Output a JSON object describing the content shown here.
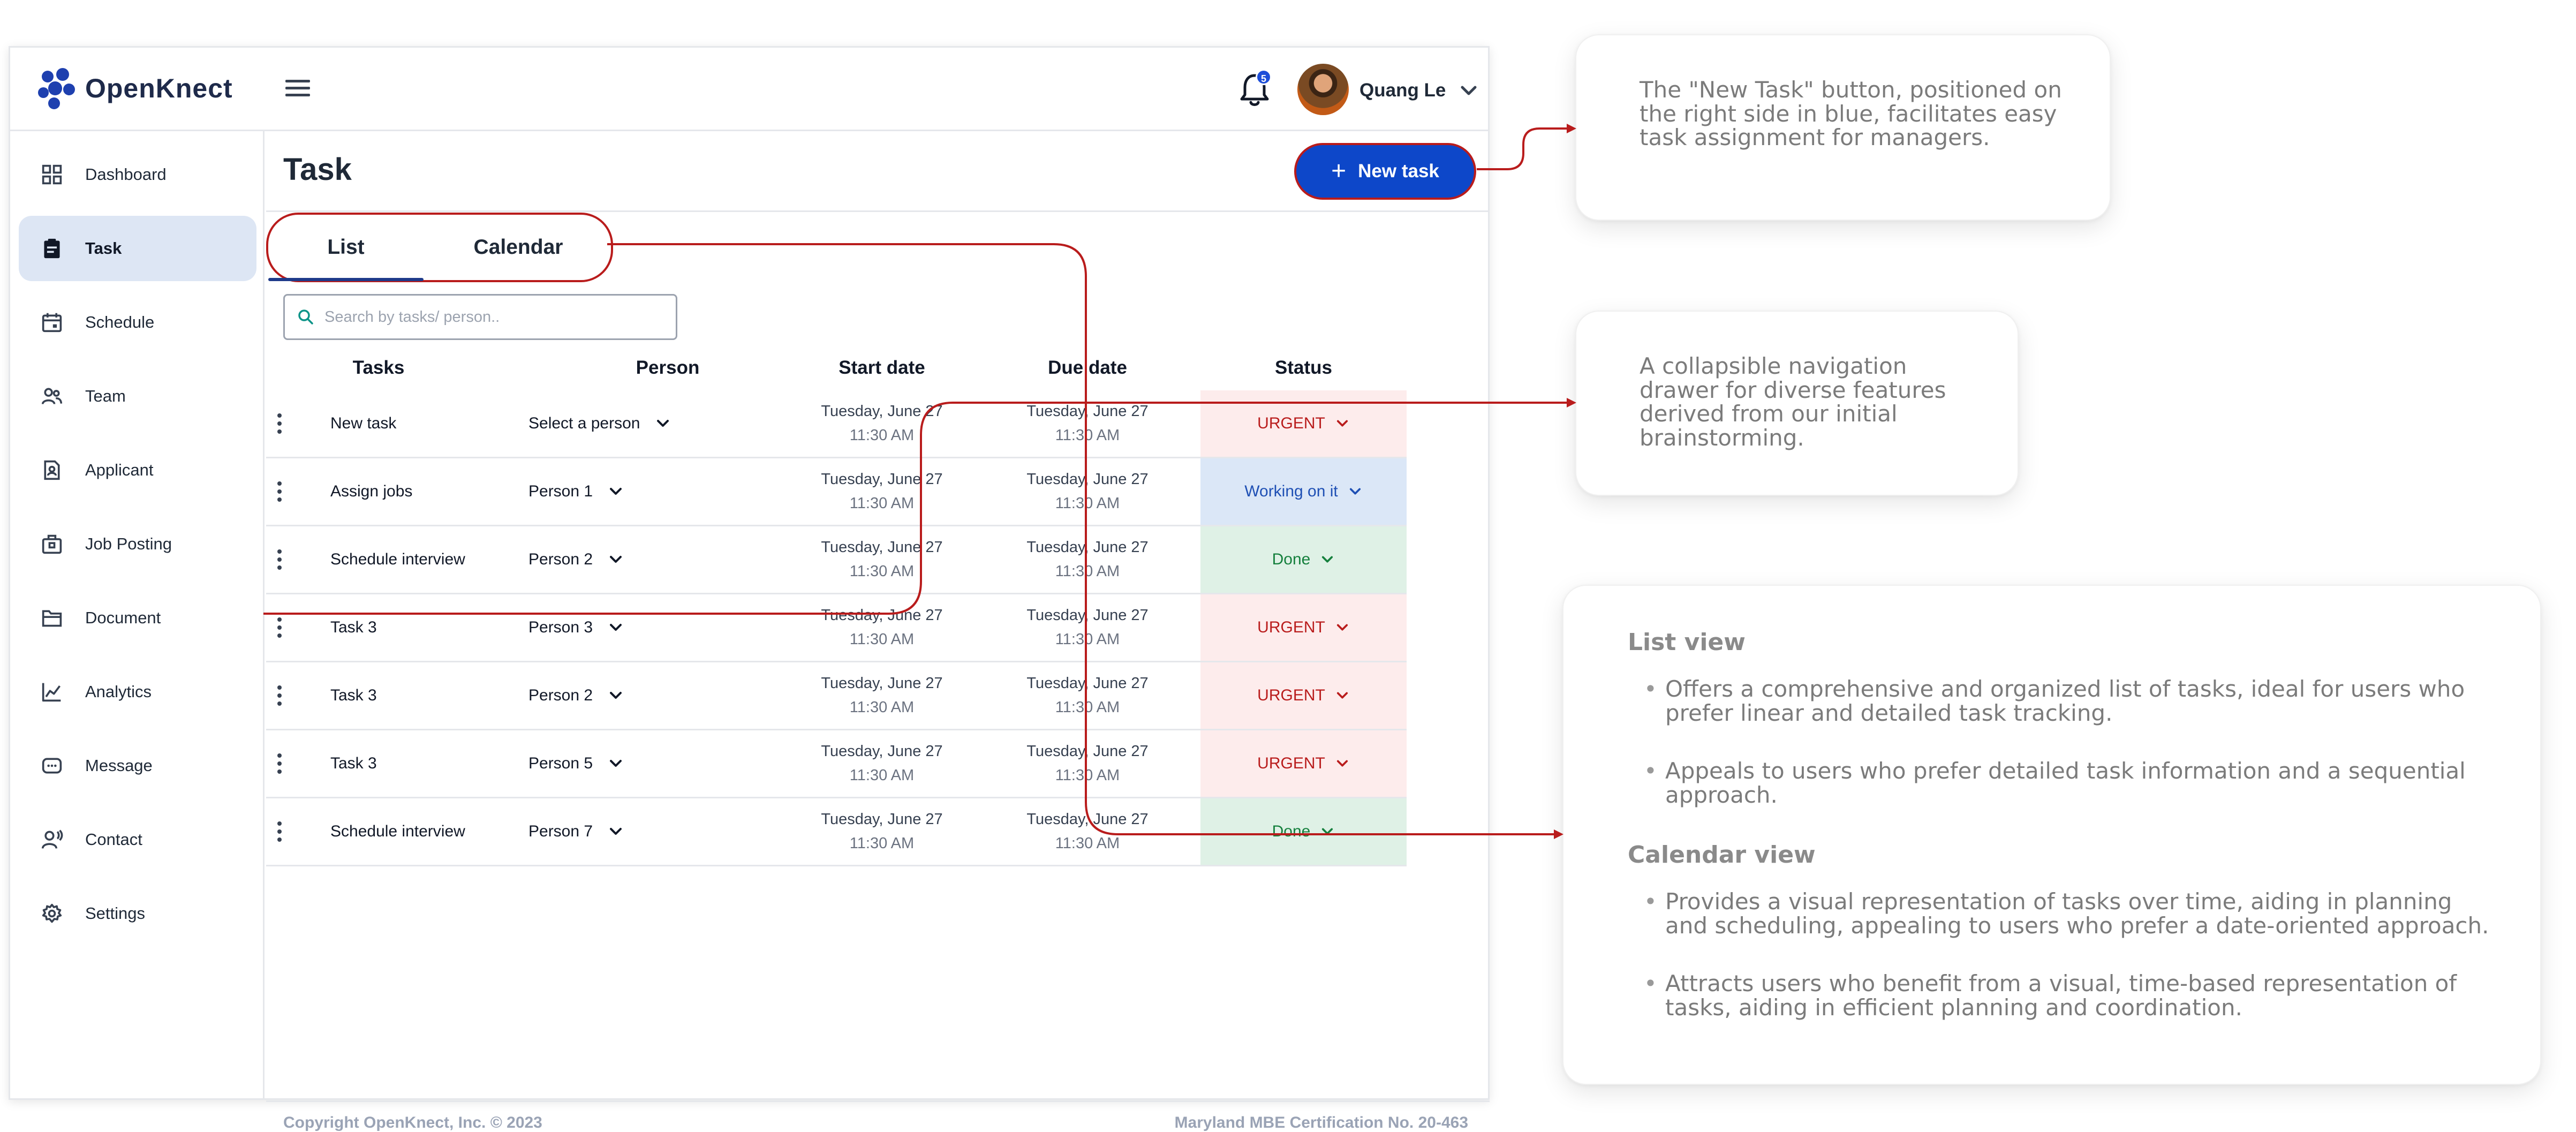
{
  "brand": {
    "name": "OpenKnect"
  },
  "header": {
    "notification_count": "5",
    "user_name": "Quang Le"
  },
  "sidebar": {
    "items": [
      {
        "label": "Dashboard",
        "icon": "dashboard-icon"
      },
      {
        "label": "Task",
        "icon": "clipboard-icon",
        "active": true
      },
      {
        "label": "Schedule",
        "icon": "calendar-icon"
      },
      {
        "label": "Team",
        "icon": "team-icon"
      },
      {
        "label": "Applicant",
        "icon": "applicant-icon"
      },
      {
        "label": "Job Posting",
        "icon": "briefcase-icon"
      },
      {
        "label": "Document",
        "icon": "folder-icon"
      },
      {
        "label": "Analytics",
        "icon": "analytics-icon"
      },
      {
        "label": "Message",
        "icon": "message-icon"
      },
      {
        "label": "Contact",
        "icon": "contact-icon"
      },
      {
        "label": "Settings",
        "icon": "gear-icon"
      }
    ]
  },
  "main": {
    "title": "Task",
    "new_task_label": "New task",
    "tabs": [
      {
        "label": "List"
      },
      {
        "label": "Calendar"
      }
    ],
    "search_placeholder": "Search by tasks/ person..",
    "columns": [
      "Tasks",
      "Person",
      "Start date",
      "Due date",
      "Status"
    ],
    "rows": [
      {
        "task": "New task",
        "person": "Select a person",
        "start_day": "Tuesday, June 27",
        "start_time": "11:30 AM",
        "due_day": "Tuesday, June 27",
        "due_time": "11:30 AM",
        "status": "URGENT",
        "status_kind": "urgent"
      },
      {
        "task": "Assign jobs",
        "person": "Person 1",
        "start_day": "Tuesday, June 27",
        "start_time": "11:30 AM",
        "due_day": "Tuesday, June 27",
        "due_time": "11:30 AM",
        "status": "Working on it",
        "status_kind": "working"
      },
      {
        "task": "Schedule interview",
        "person": "Person 2",
        "start_day": "Tuesday, June 27",
        "start_time": "11:30 AM",
        "due_day": "Tuesday, June 27",
        "due_time": "11:30 AM",
        "status": "Done",
        "status_kind": "done"
      },
      {
        "task": "Task 3",
        "person": "Person 3",
        "start_day": "Tuesday, June 27",
        "start_time": "11:30 AM",
        "due_day": "Tuesday, June 27",
        "due_time": "11:30 AM",
        "status": "URGENT",
        "status_kind": "urgent"
      },
      {
        "task": "Task 3",
        "person": "Person 2",
        "start_day": "Tuesday, June 27",
        "start_time": "11:30 AM",
        "due_day": "Tuesday, June 27",
        "due_time": "11:30 AM",
        "status": "URGENT",
        "status_kind": "urgent"
      },
      {
        "task": "Task 3",
        "person": "Person 5",
        "start_day": "Tuesday, June 27",
        "start_time": "11:30 AM",
        "due_day": "Tuesday, June 27",
        "due_time": "11:30 AM",
        "status": "URGENT",
        "status_kind": "urgent"
      },
      {
        "task": "Schedule interview",
        "person": "Person 7",
        "start_day": "Tuesday, June 27",
        "start_time": "11:30 AM",
        "due_day": "Tuesday, June 27",
        "due_time": "11:30 AM",
        "status": "Done",
        "status_kind": "done"
      }
    ]
  },
  "footer": {
    "copyright": "Copyright OpenKnect, Inc.  © 2023",
    "certification": "Maryland MBE Certification No. 20-463"
  },
  "annotations": {
    "new_task_note": "The \"New Task\" button, positioned on the right side in blue, facilitates easy task assignment for managers.",
    "drawer_note": "A collapsible navigation drawer for diverse features derived from our initial brainstorming.",
    "list_view_heading": "List view",
    "list_view_points": [
      "Offers a comprehensive and organized list of tasks, ideal for users who prefer linear and detailed task tracking.",
      "Appeals to users who prefer detailed task information and a sequential approach."
    ],
    "calendar_view_heading": "Calendar view",
    "calendar_view_points": [
      "Provides a visual representation of tasks over time, aiding in planning and scheduling, appealing to users who prefer a date-oriented approach.",
      "Attracts users who benefit from a visual, time-based representation of tasks, aiding in efficient planning and coordination."
    ]
  },
  "colors": {
    "primary": "#0d47c9",
    "annotation_line": "#b91c1c",
    "active_nav_bg": "#dde6f4",
    "urgent_bg": "#fdecec",
    "working_bg": "#dbe7f7",
    "done_bg": "#dff1e6"
  }
}
